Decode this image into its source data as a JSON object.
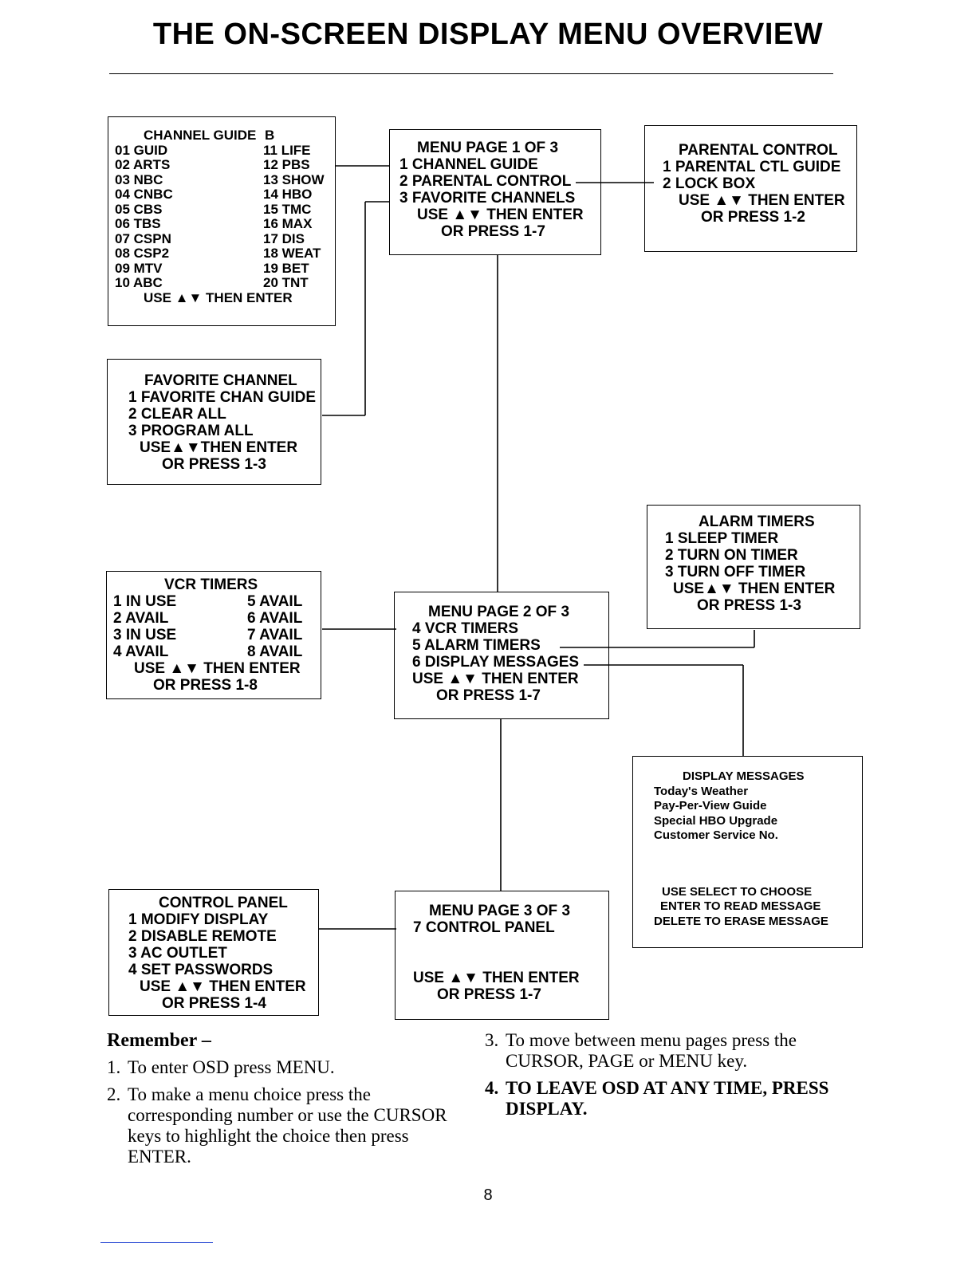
{
  "page": {
    "title": "THE ON-SCREEN DISPLAY MENU OVERVIEW",
    "page_number": "8"
  },
  "channel_guide": {
    "title": "CHANNEL GUIDE",
    "page_marker": "B",
    "left": [
      "01 GUID",
      "02 ARTS",
      "03 NBC",
      "04 CNBC",
      "05 CBS",
      "06 TBS",
      "07 CSPN",
      "08 CSP2",
      "09 MTV",
      "10 ABC"
    ],
    "right": [
      "11 LIFE",
      "12 PBS",
      "13 SHOW",
      "14 HBO",
      "15 TMC",
      "16 MAX",
      "17 DIS",
      "18 WEAT",
      "19 BET",
      "20 TNT"
    ],
    "footer": "USE ▲▼ THEN ENTER"
  },
  "menu_page1": {
    "title": "MENU PAGE 1 OF 3",
    "items": [
      "1 CHANNEL GUIDE",
      "2 PARENTAL CONTROL",
      "3 FAVORITE CHANNELS"
    ],
    "footer1": "USE ▲▼ THEN ENTER",
    "footer2": "OR PRESS 1-7"
  },
  "parental_control": {
    "title": "PARENTAL CONTROL",
    "items": [
      "1 PARENTAL CTL GUIDE",
      "2 LOCK BOX"
    ],
    "footer1": "USE ▲▼ THEN ENTER",
    "footer2": "OR PRESS 1-2"
  },
  "favorite_channel": {
    "title": "FAVORITE CHANNEL",
    "items": [
      "1 FAVORITE CHAN GUIDE",
      "2 CLEAR ALL",
      "3 PROGRAM ALL"
    ],
    "footer1": "USE▲▼THEN ENTER",
    "footer2": "OR PRESS 1-3"
  },
  "alarm_timers": {
    "title": "ALARM TIMERS",
    "items": [
      "1 SLEEP TIMER",
      "2 TURN ON TIMER",
      "3 TURN OFF TIMER"
    ],
    "footer1": "USE▲▼ THEN ENTER",
    "footer2": "OR PRESS 1-3"
  },
  "vcr_timers": {
    "title": "VCR TIMERS",
    "left": [
      "1 IN USE",
      "2 AVAIL",
      "3 IN USE",
      "4 AVAIL"
    ],
    "right": [
      "5 AVAIL",
      "6 AVAIL",
      "7 AVAIL",
      "8 AVAIL"
    ],
    "footer1": "USE ▲▼ THEN ENTER",
    "footer2": "OR PRESS 1-8"
  },
  "menu_page2": {
    "title": "MENU PAGE 2 OF 3",
    "items": [
      "4 VCR TIMERS",
      "5 ALARM TIMERS",
      "6 DISPLAY MESSAGES"
    ],
    "footer1": "USE ▲▼ THEN ENTER",
    "footer2": "OR PRESS 1-7"
  },
  "display_messages": {
    "title": "DISPLAY MESSAGES",
    "items": [
      "Today's Weather",
      "Pay-Per-View Guide",
      "Special HBO Upgrade",
      "Customer Service No."
    ],
    "instructions": [
      "USE SELECT TO CHOOSE",
      "ENTER TO READ MESSAGE",
      "DELETE TO ERASE MESSAGE"
    ]
  },
  "control_panel": {
    "title": "CONTROL PANEL",
    "items": [
      "1 MODIFY DISPLAY",
      "2 DISABLE REMOTE",
      "3 AC OUTLET",
      "4 SET PASSWORDS"
    ],
    "footer1": "USE ▲▼ THEN ENTER",
    "footer2": "OR PRESS 1-4"
  },
  "menu_page3": {
    "title": "MENU PAGE 3 OF 3",
    "items": [
      "7 CONTROL PANEL"
    ],
    "footer1": "USE ▲▼ THEN ENTER",
    "footer2": "OR PRESS 1-7"
  },
  "remember": {
    "heading": "Remember –",
    "notes": [
      {
        "num": "1.",
        "text": "To enter OSD press MENU."
      },
      {
        "num": "2.",
        "text": "To make a menu choice press the corresponding number or use the CURSOR keys to highlight the choice then press ENTER."
      },
      {
        "num": "3.",
        "text": "To move between menu pages press the CURSOR, PAGE or MENU key."
      },
      {
        "num": "4.",
        "text": "TO LEAVE OSD AT ANY TIME, PRESS DISPLAY."
      }
    ]
  }
}
